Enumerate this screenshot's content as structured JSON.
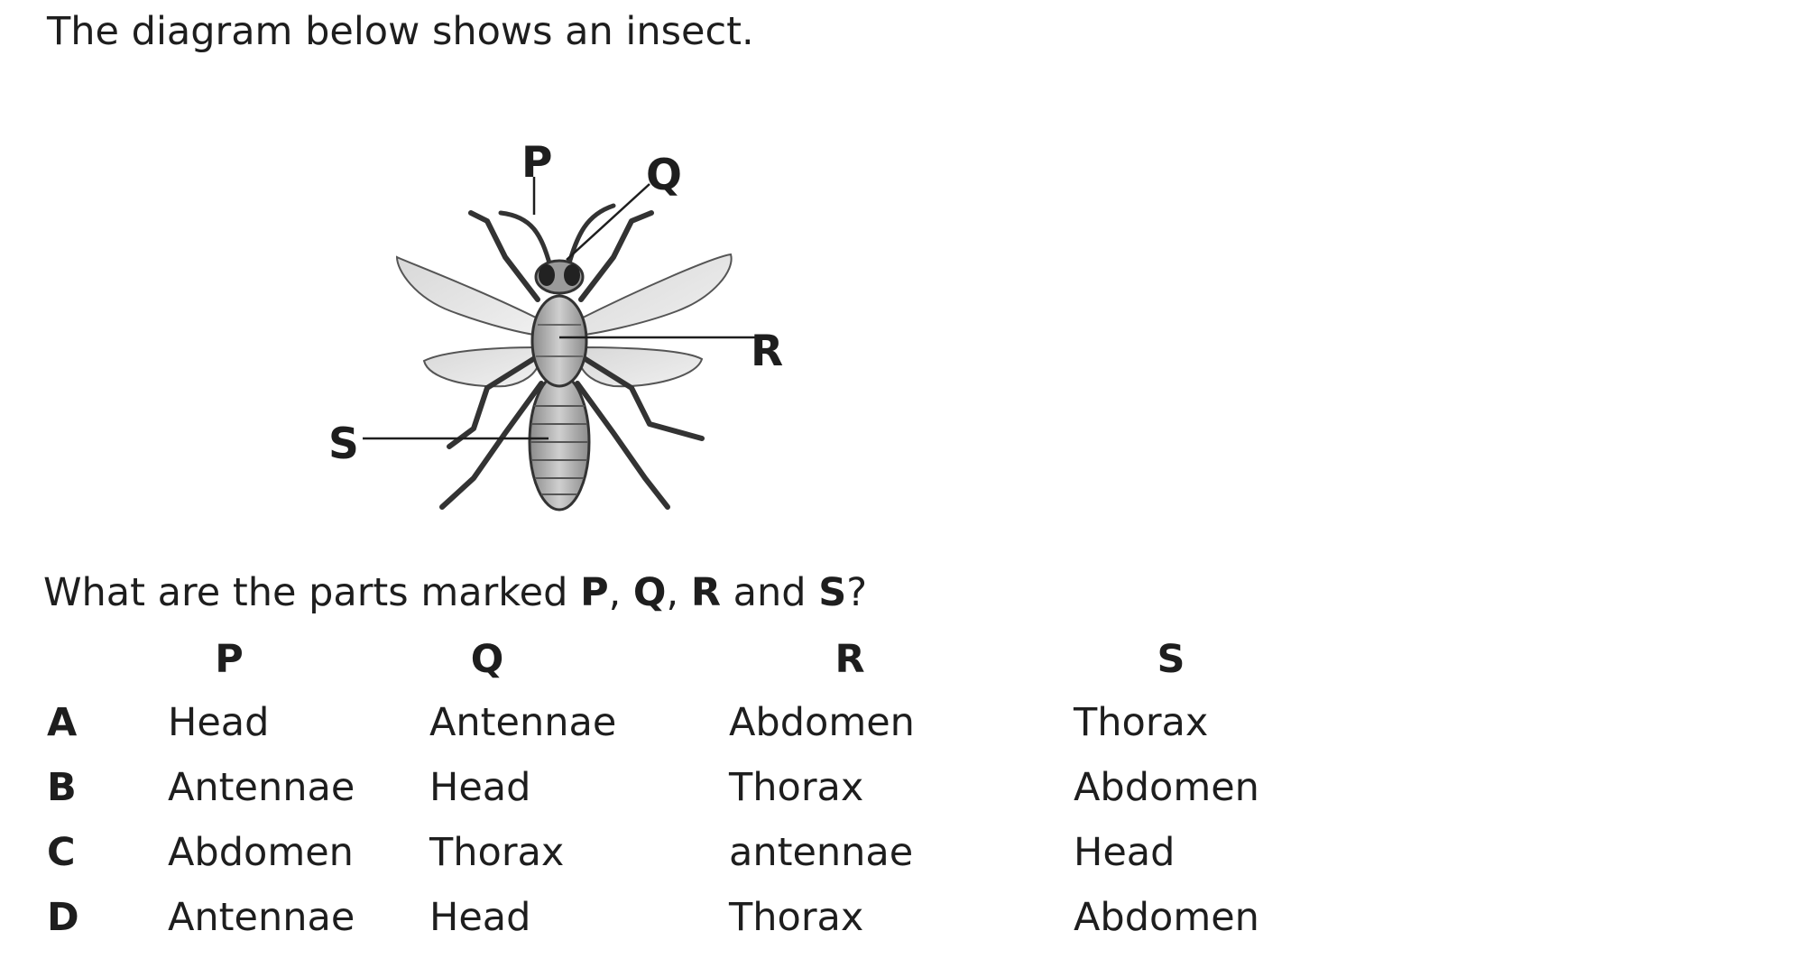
{
  "intro": "The diagram below shows an insect.",
  "figure": {
    "labels": {
      "p": "P",
      "q": "Q",
      "r": "R",
      "s": "S"
    }
  },
  "question": {
    "prefix": "What are the parts marked ",
    "p": "P",
    "sep1": ", ",
    "q": "Q",
    "sep2": ", ",
    "r": "R",
    "mid": " and ",
    "s": "S",
    "suffix": "?"
  },
  "table": {
    "headers": [
      "P",
      "Q",
      "R",
      "S"
    ],
    "rows": [
      {
        "letter": "A",
        "cells": [
          "Head",
          "Antennae",
          "Abdomen",
          "Thorax"
        ]
      },
      {
        "letter": "B",
        "cells": [
          "Antennae",
          "Head",
          "Thorax",
          "Abdomen"
        ]
      },
      {
        "letter": "C",
        "cells": [
          "Abdomen",
          "Thorax",
          "antennae",
          "Head"
        ]
      },
      {
        "letter": "D",
        "cells": [
          "Antennae",
          "Head",
          "Thorax",
          "Abdomen"
        ]
      }
    ]
  }
}
